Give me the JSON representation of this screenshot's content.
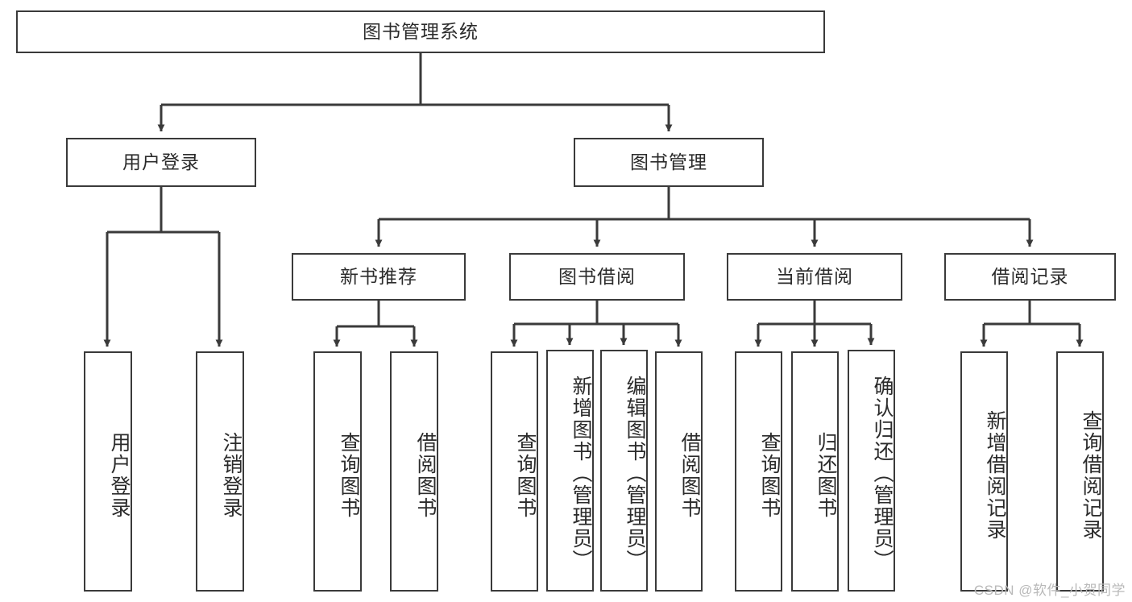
{
  "diagram": {
    "title": "图书管理系统",
    "root": {
      "label": "图书管理系统"
    },
    "level2": [
      {
        "label": "用户登录"
      },
      {
        "label": "图书管理"
      }
    ],
    "level3": [
      {
        "label": "新书推荐"
      },
      {
        "label": "图书借阅"
      },
      {
        "label": "当前借阅"
      },
      {
        "label": "借阅记录"
      }
    ],
    "leaves": {
      "user_login": [
        {
          "label": "用户登录"
        },
        {
          "label": "注销登录"
        }
      ],
      "new_book": [
        {
          "label": "查询图书"
        },
        {
          "label": "借阅图书"
        }
      ],
      "book_borrow": [
        {
          "label": "查询图书"
        },
        {
          "label": "新增图书（管理员）"
        },
        {
          "label": "编辑图书（管理员）"
        },
        {
          "label": "借阅图书"
        }
      ],
      "current_borrow": [
        {
          "label": "查询图书"
        },
        {
          "label": "归还图书"
        },
        {
          "label": "确认归还（管理员）"
        }
      ],
      "borrow_record": [
        {
          "label": "新增借阅记录"
        },
        {
          "label": "查询借阅记录"
        }
      ]
    }
  },
  "watermark": {
    "text": "CSDN @软件_小贺同学"
  },
  "colors": {
    "border": "#3a3a3a",
    "text": "#2b2b2b",
    "background": "#ffffff",
    "watermark": "#b9b9b9"
  }
}
